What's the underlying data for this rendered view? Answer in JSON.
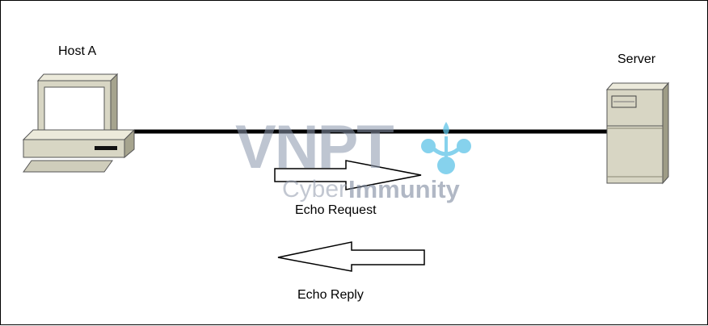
{
  "labels": {
    "host": "Host A",
    "server": "Server",
    "echo_request": "Echo Request",
    "echo_reply": "Echo Reply"
  },
  "watermark": {
    "brand": "VNPT",
    "tagline_part1": "Cyber",
    "tagline_part2": "Immunity"
  },
  "colors": {
    "link": "#000000",
    "device_body": "#d8d6c4",
    "watermark_accent": "#5ec4e8"
  },
  "icons": [
    "desktop-computer-icon",
    "server-tower-icon",
    "right-arrow-icon",
    "left-arrow-icon"
  ]
}
